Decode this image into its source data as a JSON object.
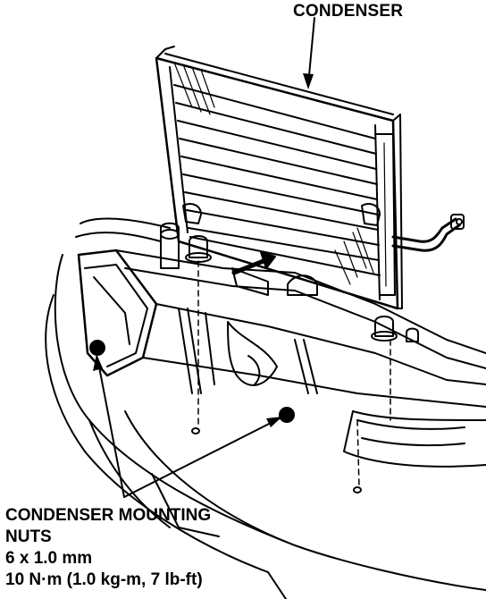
{
  "labels": {
    "condenser": "CONDENSER",
    "mounting_nuts_line1": "CONDENSER MOUNTING",
    "mounting_nuts_line2": "NUTS",
    "bolt_size": "6 x 1.0 mm",
    "torque": "10 N·m (1.0 kg-m, 7 lb-ft)"
  },
  "colors": {
    "ink": "#000000",
    "paper": "#ffffff"
  }
}
